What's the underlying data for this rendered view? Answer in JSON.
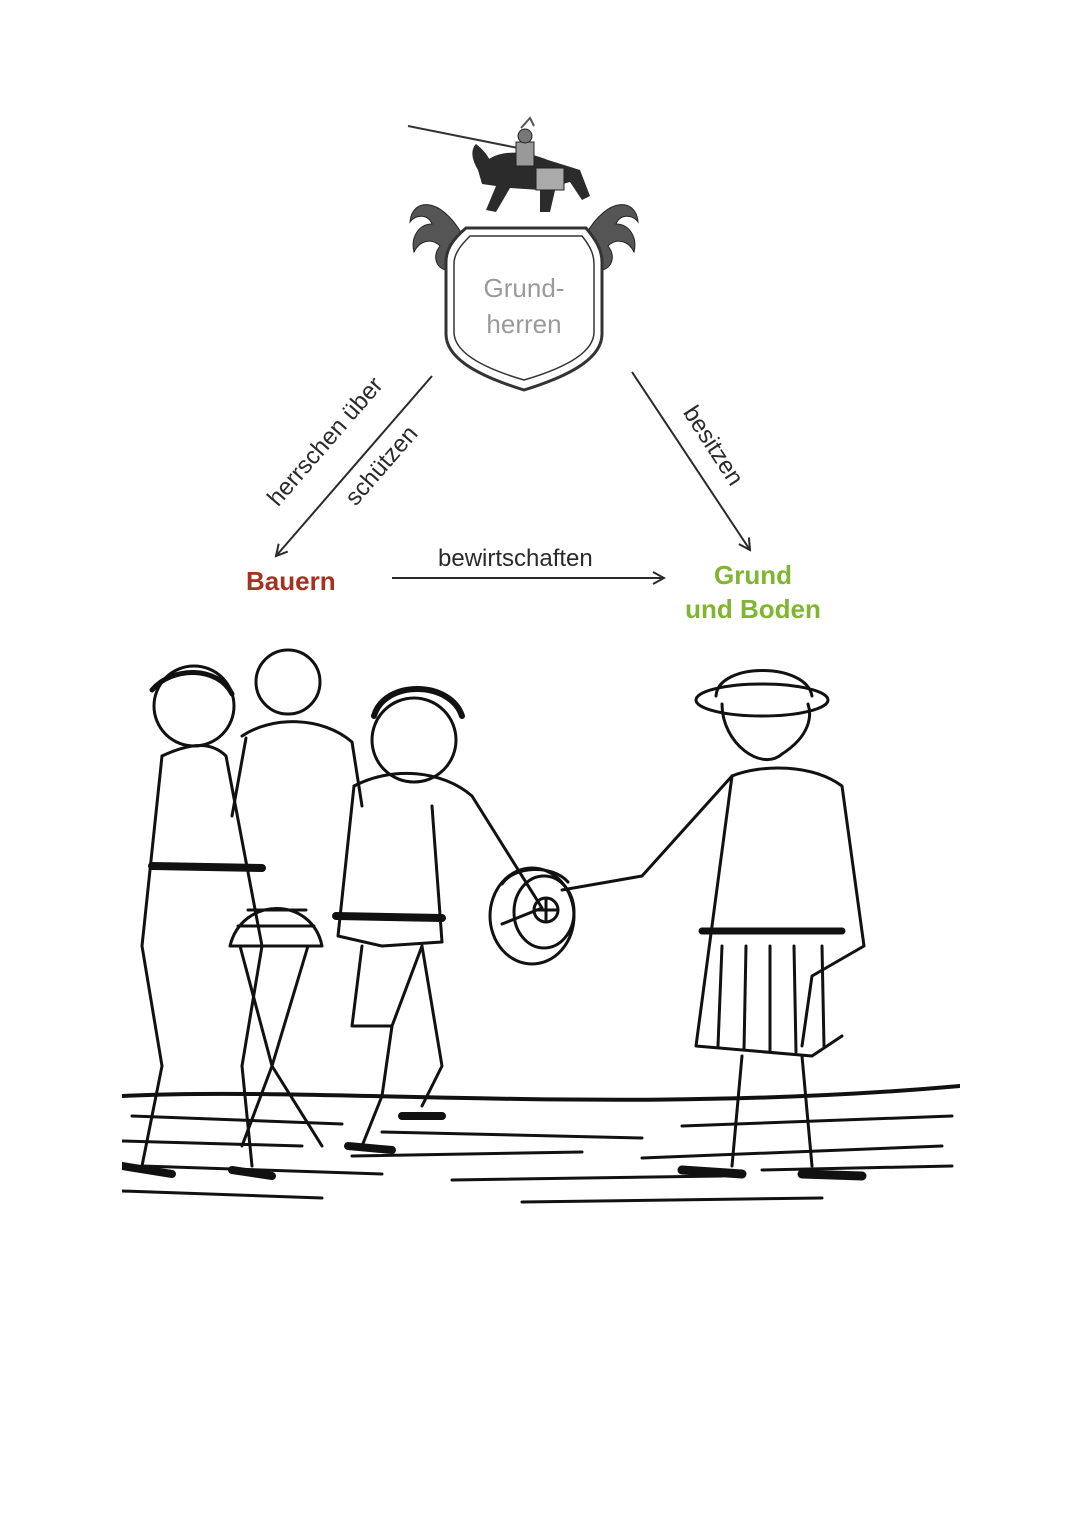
{
  "diagram": {
    "shield_label_line1": "Grund-",
    "shield_label_line2": "herren",
    "edge_left_outer": "herrschen über",
    "edge_left_inner": "schützen",
    "edge_right": "besitzen",
    "edge_bottom": "bewirtschaften",
    "node_left": "Bauern",
    "node_right_line1": "Grund",
    "node_right_line2": "und Boden",
    "colors": {
      "bauern": "#a3321e",
      "grund_und_boden": "#7fb52f",
      "shield_text": "#9a9a9a",
      "arrow": "#2a2a2a"
    }
  },
  "illustration": {
    "icon": "woodcut-peasants-paying-tribute-icon"
  }
}
